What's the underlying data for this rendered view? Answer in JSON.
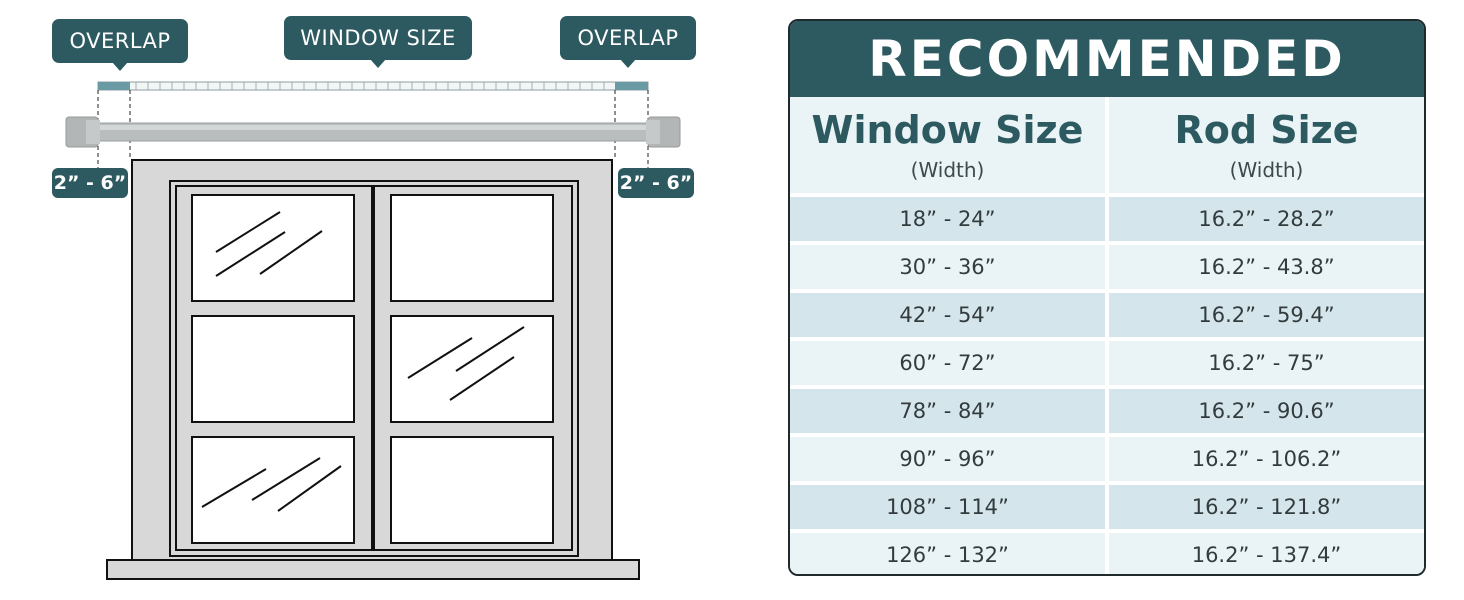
{
  "diagram": {
    "overlap_left_label": "OVERLAP",
    "window_size_label": "WINDOW SIZE",
    "overlap_right_label": "OVERLAP",
    "measure_left": "2” - 6”",
    "measure_right": "2” - 6”"
  },
  "table": {
    "title": "RECOMMENDED",
    "columns": [
      {
        "title": "Window Size",
        "subtitle": "(Width)"
      },
      {
        "title": "Rod Size",
        "subtitle": "(Width)"
      }
    ],
    "rows": [
      {
        "window": "18” - 24”",
        "rod": "16.2” - 28.2”"
      },
      {
        "window": "30” - 36”",
        "rod": "16.2” - 43.8”"
      },
      {
        "window": "42” - 54”",
        "rod": "16.2” - 59.4”"
      },
      {
        "window": "60” - 72”",
        "rod": "16.2” - 75”"
      },
      {
        "window": "78” - 84”",
        "rod": "16.2” - 90.6”"
      },
      {
        "window": "90” - 96”",
        "rod": "16.2” - 106.2”"
      },
      {
        "window": "108” - 114”",
        "rod": "16.2” - 121.8”"
      },
      {
        "window": "126” - 132”",
        "rod": "16.2” - 137.4”"
      }
    ]
  },
  "colors": {
    "accent": "#2d5a60",
    "row_dark": "#d4e6ec",
    "row_light": "#eaf3f5"
  }
}
